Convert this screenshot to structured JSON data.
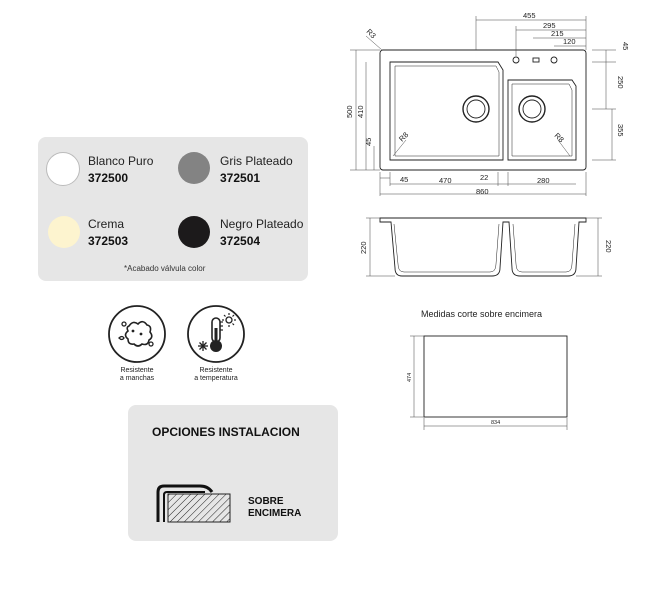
{
  "colors_panel": {
    "items": [
      {
        "name": "Blanco Puro",
        "code": "372500",
        "color": "#ffffff"
      },
      {
        "name": "Gris Plateado",
        "code": "372501",
        "color": "#838383"
      },
      {
        "name": "Crema",
        "code": "372503",
        "color": "#fdf4cf"
      },
      {
        "name": "Negro Plateado",
        "code": "372504",
        "color": "#1c1a1b"
      }
    ],
    "note": "*Acabado válvula color"
  },
  "badges": {
    "stain": {
      "line1": "Resistente",
      "line2": "a manchas"
    },
    "temp": {
      "line1": "Resistente",
      "line2": "a temperatura"
    }
  },
  "install": {
    "title": "OPCIONES INSTALACION",
    "option_line1": "SOBRE",
    "option_line2": "ENCIMERA"
  },
  "drawing": {
    "top_dims": {
      "d455": "455",
      "d295": "295",
      "d215": "215",
      "d120": "120"
    },
    "right_dims": {
      "d45": "45",
      "d250": "250",
      "d355": "355"
    },
    "left_dims": {
      "d500": "500",
      "d410": "410",
      "d45": "45"
    },
    "radii": {
      "r_corner": "R3",
      "r_left": "R8",
      "r_right": "R8"
    },
    "bottom_dims": {
      "d45": "45",
      "d470": "470",
      "d22": "22",
      "d280": "280",
      "d860": "860"
    },
    "section_dims": {
      "left": "220",
      "right": "220"
    }
  },
  "cutout": {
    "title": "Medidas corte sobre encimera",
    "height": "474",
    "width": "834"
  }
}
